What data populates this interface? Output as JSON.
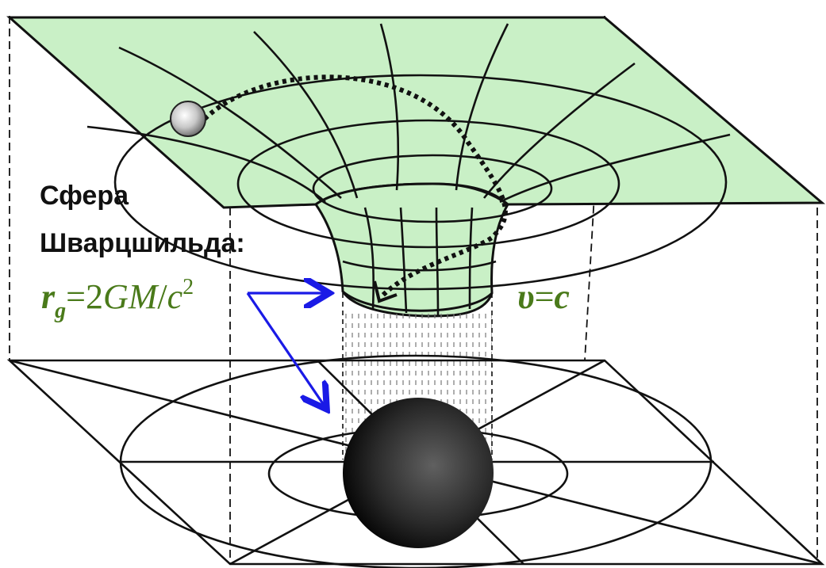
{
  "labels": {
    "sphere_line1": "Сфера",
    "sphere_line2": "Шварцшильда:",
    "rg_symbol": "r",
    "rg_subscript": "g",
    "rg_equals": "=2",
    "rg_GM": "GM",
    "rg_slash": "/",
    "rg_c": "c",
    "rg_power": "2",
    "speed_v": "υ",
    "speed_eq": "=",
    "speed_c": "c"
  },
  "colors": {
    "surface_fill": "#c9f0c6",
    "formula_text": "#4a7a1a",
    "arrow": "#1a1ae6",
    "black_hole_core": "#555555",
    "black_hole_edge": "#000000",
    "grid_line": "#111111"
  }
}
